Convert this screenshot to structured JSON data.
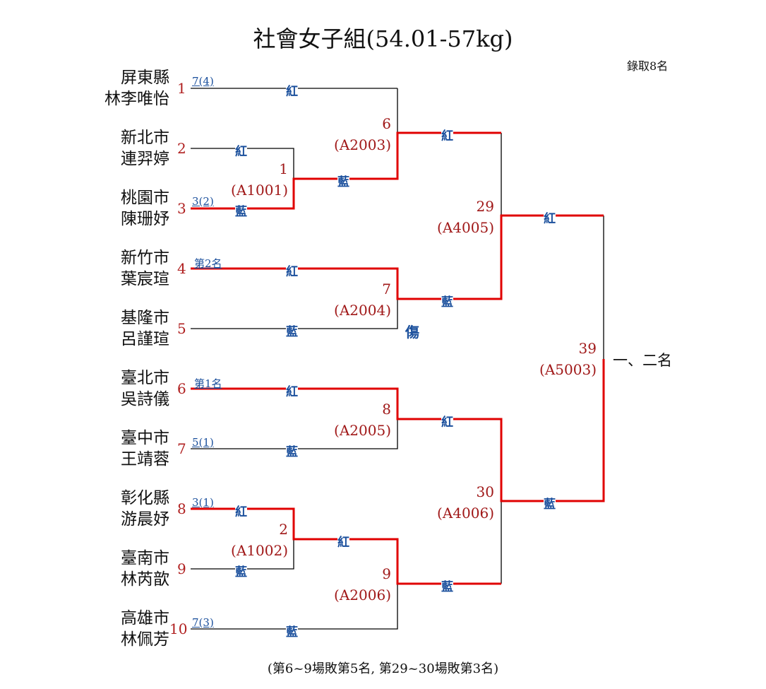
{
  "title": "社會女子組(54.01-57kg)",
  "quota": "錄取8名",
  "footnote": "(第6~9場敗第5名, 第29~30場敗第3名)",
  "colors": {
    "winner_line": "#e00000",
    "line": "#000000",
    "seed": "#b02020",
    "corner": "#1a4f9c",
    "match": "#a01818"
  },
  "entrants": [
    {
      "seed": "1",
      "city": "屏東縣",
      "name": "林李唯怡",
      "tag": "7(4)"
    },
    {
      "seed": "2",
      "city": "新北市",
      "name": "連羿婷",
      "tag": ""
    },
    {
      "seed": "3",
      "city": "桃園市",
      "name": "陳珊妤",
      "tag": "3(2)"
    },
    {
      "seed": "4",
      "city": "新竹市",
      "name": "葉宸瑄",
      "tag": "第2名"
    },
    {
      "seed": "5",
      "city": "基隆市",
      "name": "呂謹瑄",
      "tag": ""
    },
    {
      "seed": "6",
      "city": "臺北市",
      "name": "吳詩儀",
      "tag": "第1名"
    },
    {
      "seed": "7",
      "city": "臺中市",
      "name": "王靖蓉",
      "tag": "5(1)"
    },
    {
      "seed": "8",
      "city": "彰化縣",
      "name": "游晨妤",
      "tag": "3(1)"
    },
    {
      "seed": "9",
      "city": "臺南市",
      "name": "林芮歆",
      "tag": ""
    },
    {
      "seed": "10",
      "city": "高雄市",
      "name": "林佩芳",
      "tag": "7(3)"
    }
  ],
  "corners": {
    "red": "紅",
    "blue": "藍"
  },
  "matches": [
    {
      "no": "1",
      "code": "(A1001)"
    },
    {
      "no": "2",
      "code": "(A1002)"
    },
    {
      "no": "6",
      "code": "(A2003)"
    },
    {
      "no": "7",
      "code": "(A2004)"
    },
    {
      "no": "8",
      "code": "(A2005)"
    },
    {
      "no": "9",
      "code": "(A2006)"
    },
    {
      "no": "29",
      "code": "(A4005)"
    },
    {
      "no": "30",
      "code": "(A4006)"
    },
    {
      "no": "39",
      "code": "(A5003)"
    }
  ],
  "injury_note": "傷",
  "final_place": "一、二名"
}
